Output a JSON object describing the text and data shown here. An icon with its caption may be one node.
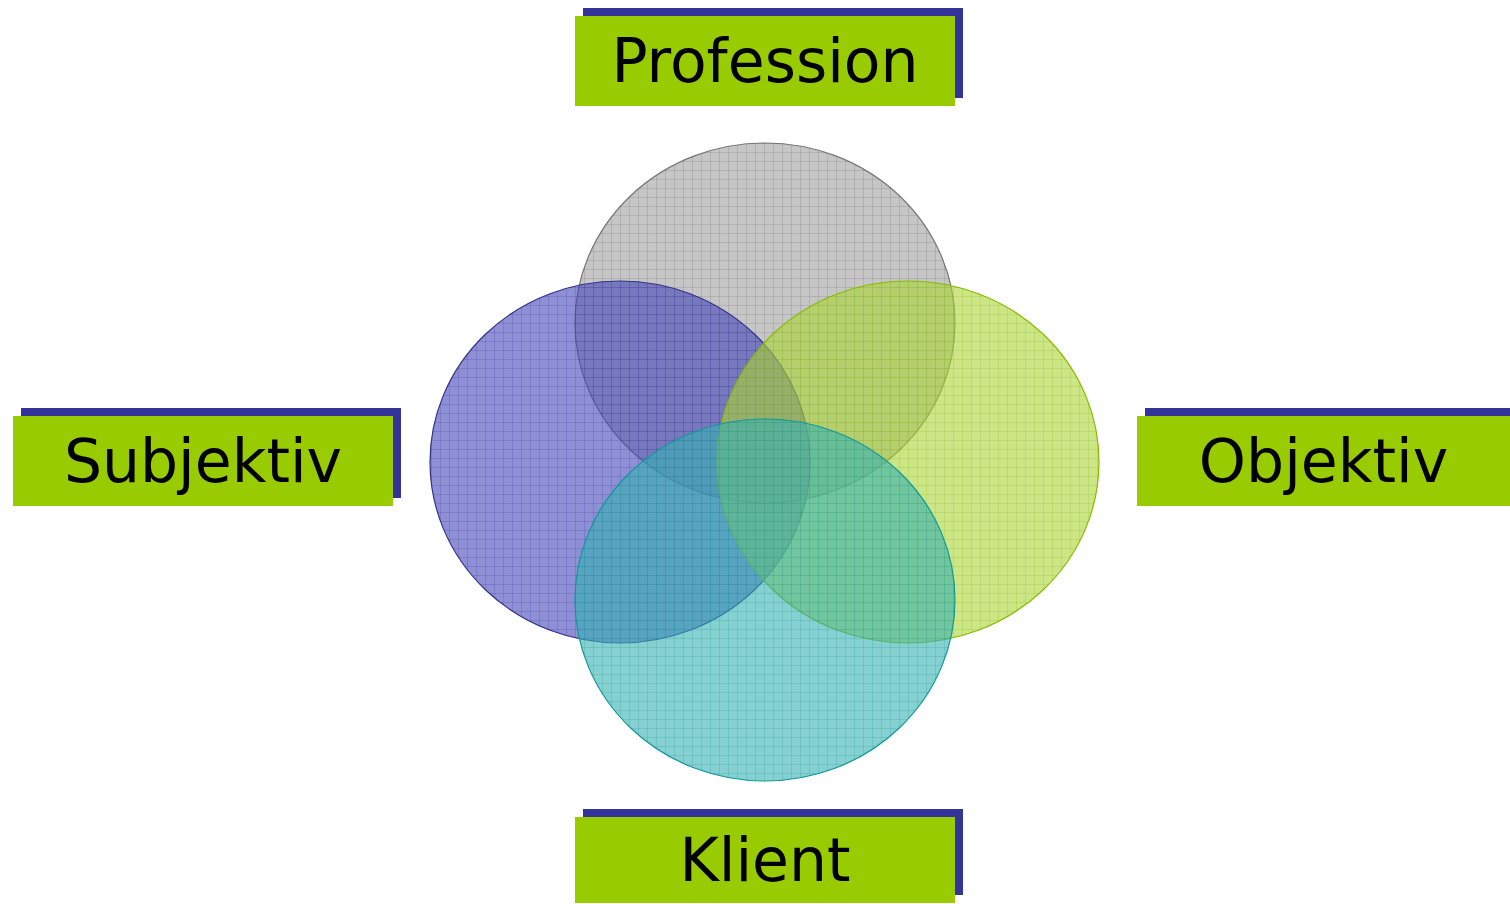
{
  "diagram": {
    "nodes": [
      {
        "text": [
          "Profession"
        ]
      },
      {
        "text": [
          "Subjektiv"
        ]
      },
      {
        "text": [
          "Objektiv"
        ]
      },
      {
        "text": [
          "Klient"
        ]
      },
      {
        "text": [],
        "shape": "circle"
      },
      {
        "text": [],
        "shape": "circle"
      },
      {
        "text": [],
        "shape": "circle"
      },
      {
        "text": [],
        "shape": "circle"
      }
    ]
  }
}
